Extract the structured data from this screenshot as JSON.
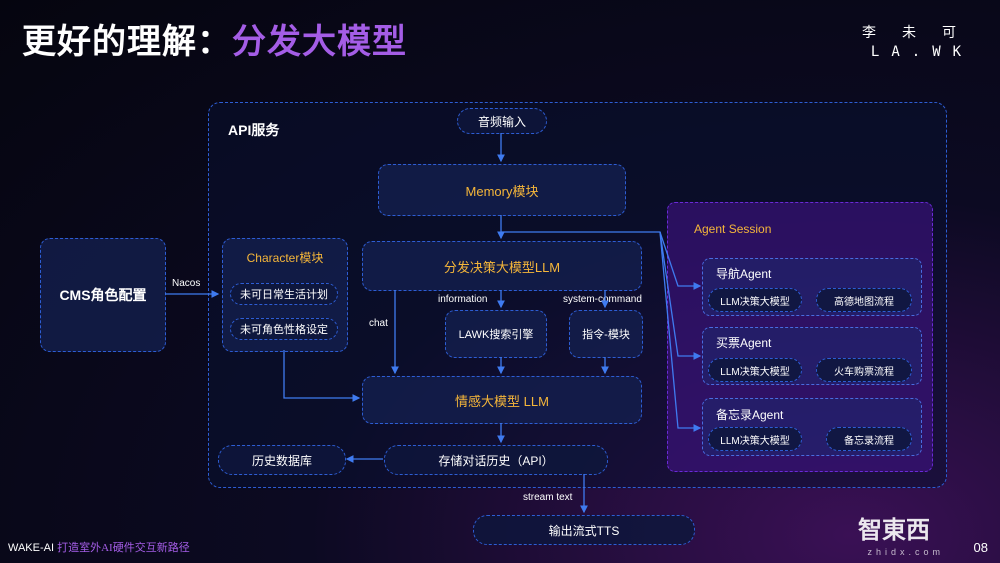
{
  "title": {
    "white": "更好的理解：",
    "purple": "分发大模型"
  },
  "logo": {
    "cn": "李未可",
    "en": "LA.WK"
  },
  "api_label": "API服务",
  "cms": "CMS角色配置",
  "nacos": "Nacos",
  "audio_input": "音频输入",
  "memory": "Memory模块",
  "character": {
    "title": "Character模块",
    "items": [
      "未可日常生活计划",
      "未可角色性格设定"
    ]
  },
  "dispatch_llm": "分发决策大模型LLM",
  "labels": {
    "chat": "chat",
    "information": "information",
    "system_command": "system-command",
    "stream_text": "stream text"
  },
  "lawk_search": "LAWK搜索引擎",
  "command_module": "指令-模块",
  "emotion_llm": "情感大模型 LLM",
  "history_db": "历史数据库",
  "store_history": "存储对话历史（API）",
  "output_tts": "输出流式TTS",
  "agent_session": {
    "title": "Agent Session",
    "agents": [
      {
        "name": "导航Agent",
        "llm": "LLM决策大模型",
        "flow": "高德地图流程"
      },
      {
        "name": "买票Agent",
        "llm": "LLM决策大模型",
        "flow": "火车购票流程"
      },
      {
        "name": "备忘录Agent",
        "llm": "LLM决策大模型",
        "flow": "备忘录流程"
      }
    ]
  },
  "footer": {
    "brand": "WAKE-AI",
    "slogan": "打造室外AI硬件交互新路径"
  },
  "page_number": "08",
  "watermark": {
    "cn": "智東西",
    "en": "zhidx.com"
  },
  "colors": {
    "accent_purple": "#a45de6",
    "dashed_blue": "#2d5dd4",
    "gold": "#f5b63a"
  }
}
